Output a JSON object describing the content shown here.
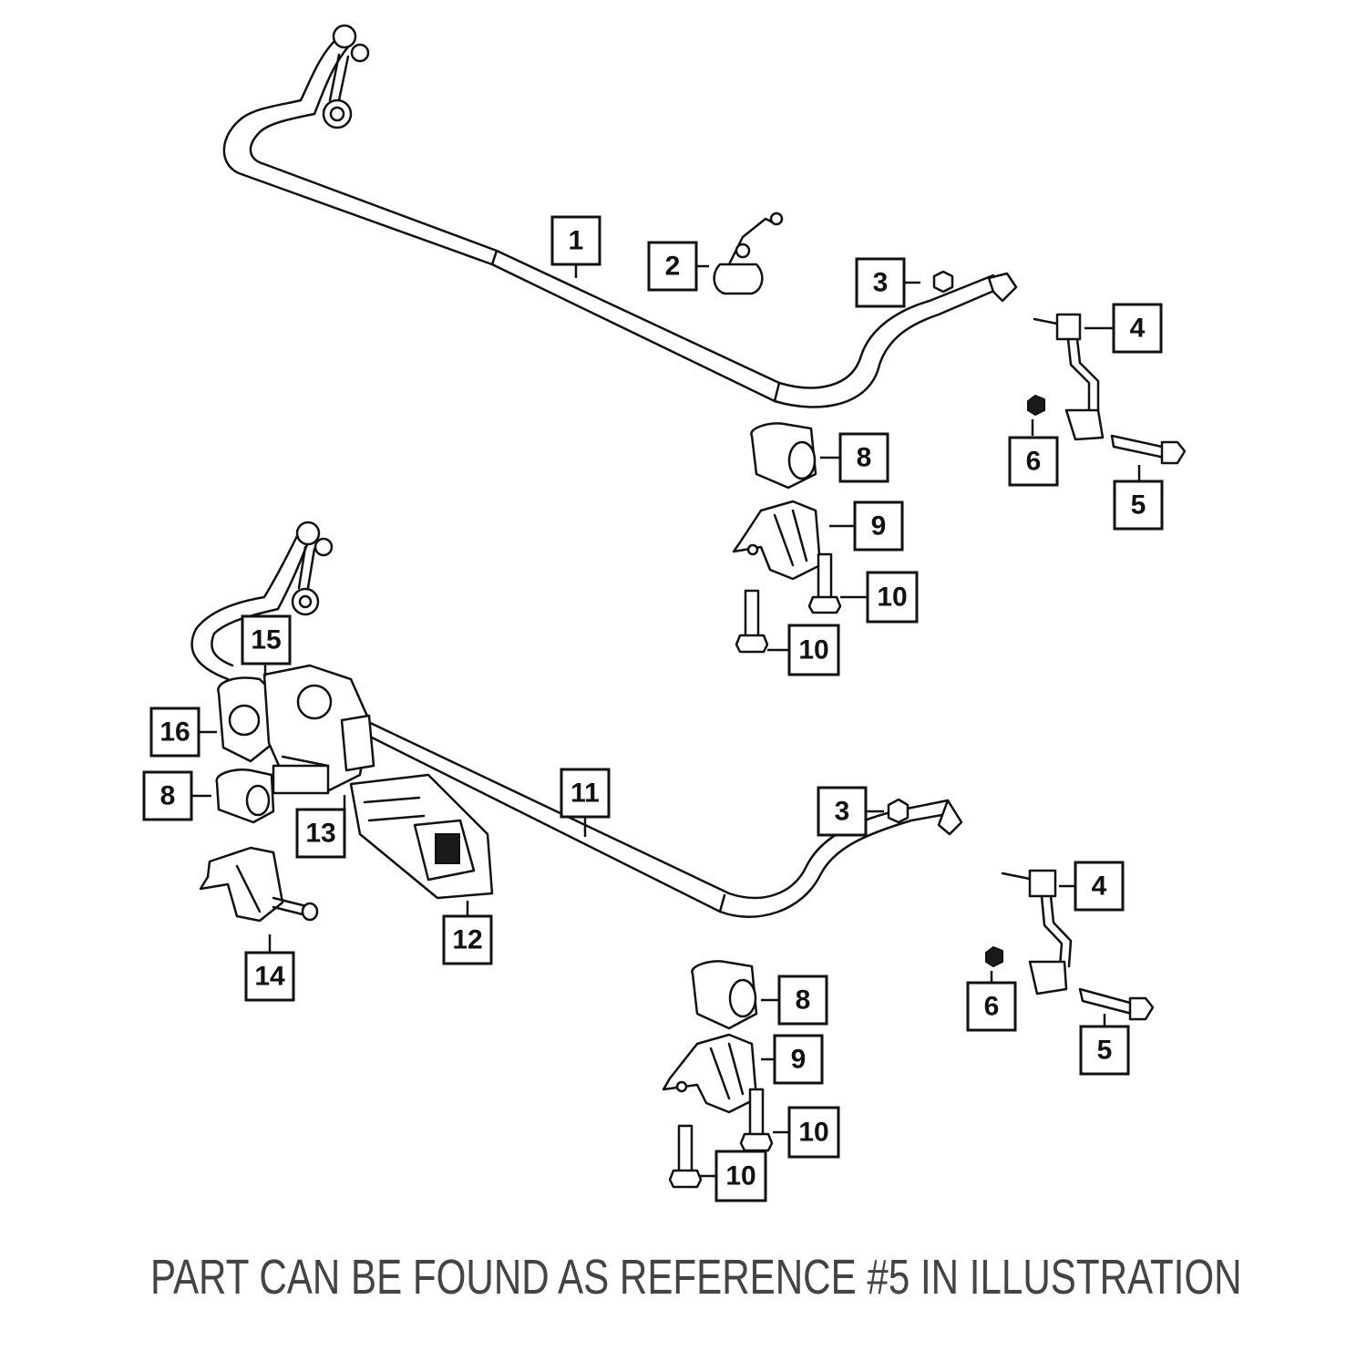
{
  "diagram": {
    "callouts": {
      "c1": "1",
      "c2": "2",
      "c3a": "3",
      "c4a": "4",
      "c5a": "5",
      "c6a": "6",
      "c8a": "8",
      "c9a": "9",
      "c10a": "10",
      "c10b": "10",
      "c15": "15",
      "c16": "16",
      "c8b": "8",
      "c13": "13",
      "c11": "11",
      "c3b": "3",
      "c4b": "4",
      "c12": "12",
      "c14": "14",
      "c6b": "6",
      "c5b": "5",
      "c8c": "8",
      "c9b": "9",
      "c10c": "10",
      "c10d": "10"
    }
  },
  "caption": "PART CAN BE FOUND AS REFERENCE #5 IN ILLUSTRATION",
  "colors": {
    "line": "#111111",
    "caption": "#444444",
    "background": "#ffffff"
  }
}
